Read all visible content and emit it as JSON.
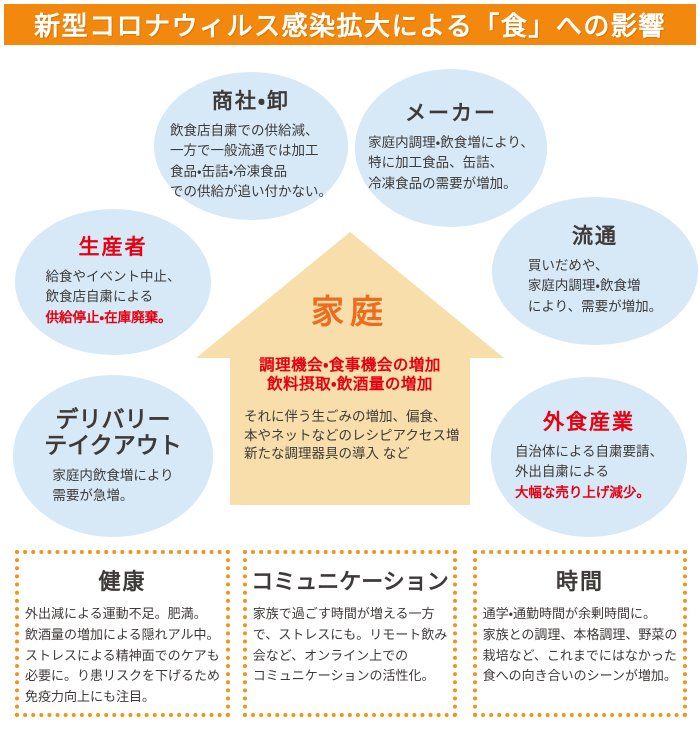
{
  "banner": {
    "title": "新型コロナウィルス感染拡大による「食」への影響"
  },
  "palette": {
    "banner_orange": "#f2880e",
    "circle_blue": "#d7e9f7",
    "house_peach": "#f8deab",
    "accent_red": "#e50012",
    "house_title_orange": "#ed6d1f",
    "text_dark": "#3e3a39",
    "dotted_border_orange": "#f39417"
  },
  "circles": [
    {
      "key": "shosha-oroshi",
      "title": "商社・卸",
      "body": "飲食店自粛での供給減、\n一方で一般流通では加工\n食品・缶詰・冷凍食品\nでの供給が追い付かない。",
      "highlight": ""
    },
    {
      "key": "maker",
      "title": "メーカー",
      "body": "家庭内調理・飲食増により、\n特に加工食品、缶詰、\n冷凍食品の需要が増加。",
      "highlight": ""
    },
    {
      "key": "seisansha",
      "title": "生産者",
      "body": "給食やイベント中止、\n飲食店自粛による",
      "highlight": "供給停止・在庫廃棄。"
    },
    {
      "key": "ryutsu",
      "title": "流通",
      "body": "買いだめや、\n家庭内調理・飲食増\nにより、需要が増加。",
      "highlight": ""
    },
    {
      "key": "delivery-takeout",
      "title": "デリバリー\nテイクアウト",
      "body": "家庭内飲食増により\n需要が急増。",
      "highlight": ""
    },
    {
      "key": "gaishoku-sangyo",
      "title": "外食産業",
      "body": "自治体による自粛要請、\n外出自粛による",
      "highlight": "大幅な売り上げ減少。"
    }
  ],
  "house": {
    "title": "家庭",
    "highlight": "調理機会・食事機会の増加\n飲料摂取・飲酒量の増加",
    "body": "それに伴う生ごみの増加、偏食、\n本やネットなどのレシピアクセス増\n新たな調理器具の導入 など"
  },
  "boxes": [
    {
      "title": "健康",
      "body": "外出減による運動不足。肥満。\n飲酒量の増加による隠れアル中。\nストレスによる精神面でのケアも\n必要に。り患リスクを下げるため\n免疫力向上にも注目。"
    },
    {
      "title": "コミュニケーション",
      "body": "家族で過ごす時間が増える一方\nで、ストレスにも。リモート飲み\n会など、オンライン上での\nコミュニケーションの活性化。"
    },
    {
      "title": "時間",
      "body": "通学・通勤時間が余剰時間に。\n家族との調理、本格調理、野菜の\n栽培など、これまでにはなかった\n食への向き合いのシーンが増加。"
    }
  ]
}
